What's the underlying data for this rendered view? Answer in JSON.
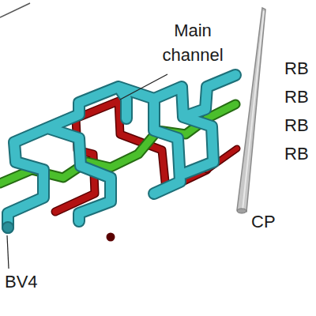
{
  "diagram": {
    "labels": [
      "Main channel",
      "RB",
      "RB",
      "RB",
      "RB",
      "CP",
      "BV4"
    ]
  }
}
